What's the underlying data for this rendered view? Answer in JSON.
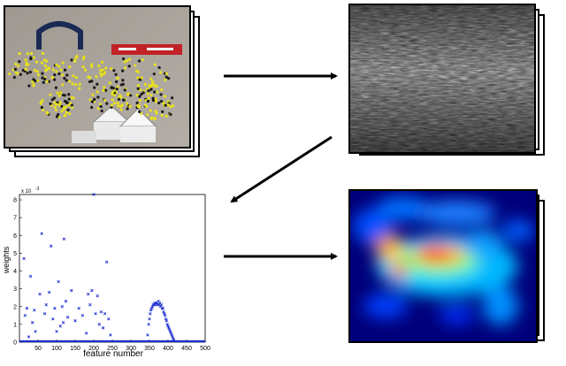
{
  "panels": {
    "photo": {
      "kind": "crowd-photo"
    },
    "features": {
      "kind": "grayscale-feature-map"
    },
    "heatmap": {
      "kind": "jet-heatmap"
    }
  },
  "chart_data": {
    "type": "scatter",
    "xlabel": "feature number",
    "ylabel": "weights",
    "y_exponent_label": "x 10",
    "y_exponent_power": "-3",
    "xlim": [
      0,
      500
    ],
    "ylim": [
      0,
      8.3
    ],
    "x_ticks": [
      "50",
      "100",
      "150",
      "200",
      "250",
      "300",
      "350",
      "400",
      "450",
      "500"
    ],
    "y_ticks": [
      "0",
      "1",
      "2",
      "3",
      "4",
      "5",
      "6",
      "7",
      "8"
    ],
    "marker_color": "#1f2fd0",
    "points": [
      [
        12,
        4.7
      ],
      [
        15,
        1.5
      ],
      [
        20,
        1.9
      ],
      [
        25,
        0.3
      ],
      [
        30,
        3.7
      ],
      [
        35,
        1.1
      ],
      [
        40,
        1.8
      ],
      [
        43,
        0.6
      ],
      [
        55,
        2.7
      ],
      [
        60,
        6.1
      ],
      [
        68,
        1.6
      ],
      [
        72,
        2.1
      ],
      [
        80,
        2.8
      ],
      [
        85,
        5.4
      ],
      [
        90,
        1.3
      ],
      [
        95,
        1.9
      ],
      [
        100,
        0.6
      ],
      [
        105,
        3.4
      ],
      [
        110,
        0.9
      ],
      [
        115,
        2.0
      ],
      [
        118,
        1.1
      ],
      [
        120,
        5.8
      ],
      [
        125,
        2.3
      ],
      [
        130,
        1.4
      ],
      [
        140,
        2.9
      ],
      [
        150,
        1.2
      ],
      [
        160,
        1.9
      ],
      [
        170,
        1.5
      ],
      [
        180,
        0.5
      ],
      [
        185,
        2.7
      ],
      [
        190,
        2.1
      ],
      [
        195,
        2.9
      ],
      [
        200,
        8.3
      ],
      [
        205,
        1.6
      ],
      [
        210,
        2.6
      ],
      [
        215,
        1.0
      ],
      [
        220,
        1.7
      ],
      [
        225,
        0.8
      ],
      [
        230,
        1.6
      ],
      [
        235,
        4.5
      ],
      [
        240,
        1.3
      ],
      [
        245,
        0.4
      ],
      [
        345,
        0.4
      ],
      [
        348,
        1.0
      ],
      [
        350,
        1.3
      ],
      [
        352,
        1.6
      ],
      [
        354,
        1.8
      ],
      [
        356,
        1.9
      ],
      [
        358,
        2.0
      ],
      [
        360,
        2.1
      ],
      [
        362,
        2.1
      ],
      [
        364,
        2.2
      ],
      [
        366,
        2.1
      ],
      [
        368,
        2.2
      ],
      [
        370,
        2.2
      ],
      [
        372,
        2.1
      ],
      [
        374,
        2.3
      ],
      [
        376,
        2.1
      ],
      [
        378,
        2.2
      ],
      [
        380,
        2.0
      ],
      [
        382,
        2.1
      ],
      [
        384,
        1.9
      ],
      [
        386,
        1.9
      ],
      [
        388,
        1.7
      ],
      [
        390,
        1.6
      ],
      [
        392,
        1.5
      ],
      [
        394,
        1.3
      ],
      [
        396,
        1.2
      ],
      [
        398,
        1.0
      ],
      [
        400,
        0.9
      ],
      [
        402,
        0.8
      ],
      [
        404,
        0.7
      ],
      [
        406,
        0.6
      ],
      [
        408,
        0.5
      ],
      [
        410,
        0.4
      ],
      [
        412,
        0.3
      ],
      [
        414,
        0.2
      ],
      [
        416,
        0.1
      ]
    ],
    "zero_line_start": 250,
    "zero_line_end": 500
  }
}
